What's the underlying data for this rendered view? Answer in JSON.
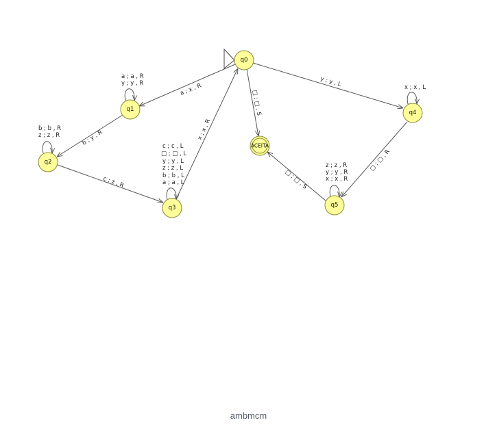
{
  "caption": "ambmcm",
  "states": {
    "q0": "q0",
    "q1": "q1",
    "q2": "q2",
    "q3": "q3",
    "q4": "q4",
    "q5": "q5",
    "accept": "ACEITA"
  },
  "transitions": {
    "q0_q1": "a ; x , R",
    "q1_loop": [
      "a ; a , R",
      "y ; y , R"
    ],
    "q1_q2": "b ; y , R",
    "q2_loop": [
      "b ; b , R",
      "z ; z , R"
    ],
    "q2_q3": "c ; z , R",
    "q3_loop": [
      "c ; c , L",
      "□ ; □ , L",
      "y ; y , L",
      "z ; z , L",
      "b ; b , L",
      "a ; a , L"
    ],
    "q3_q0": "x ; x , R",
    "q0_accept": "□ ; □ , S",
    "q0_q4": "y ; y , L",
    "q4_loop": "x ; x , L",
    "q4_q5": "□ ; □ , R",
    "q5_loop": [
      "z ; z , R",
      "y ; y , R",
      "x ; x , R"
    ],
    "q5_accept": "□ ; □ , S"
  }
}
